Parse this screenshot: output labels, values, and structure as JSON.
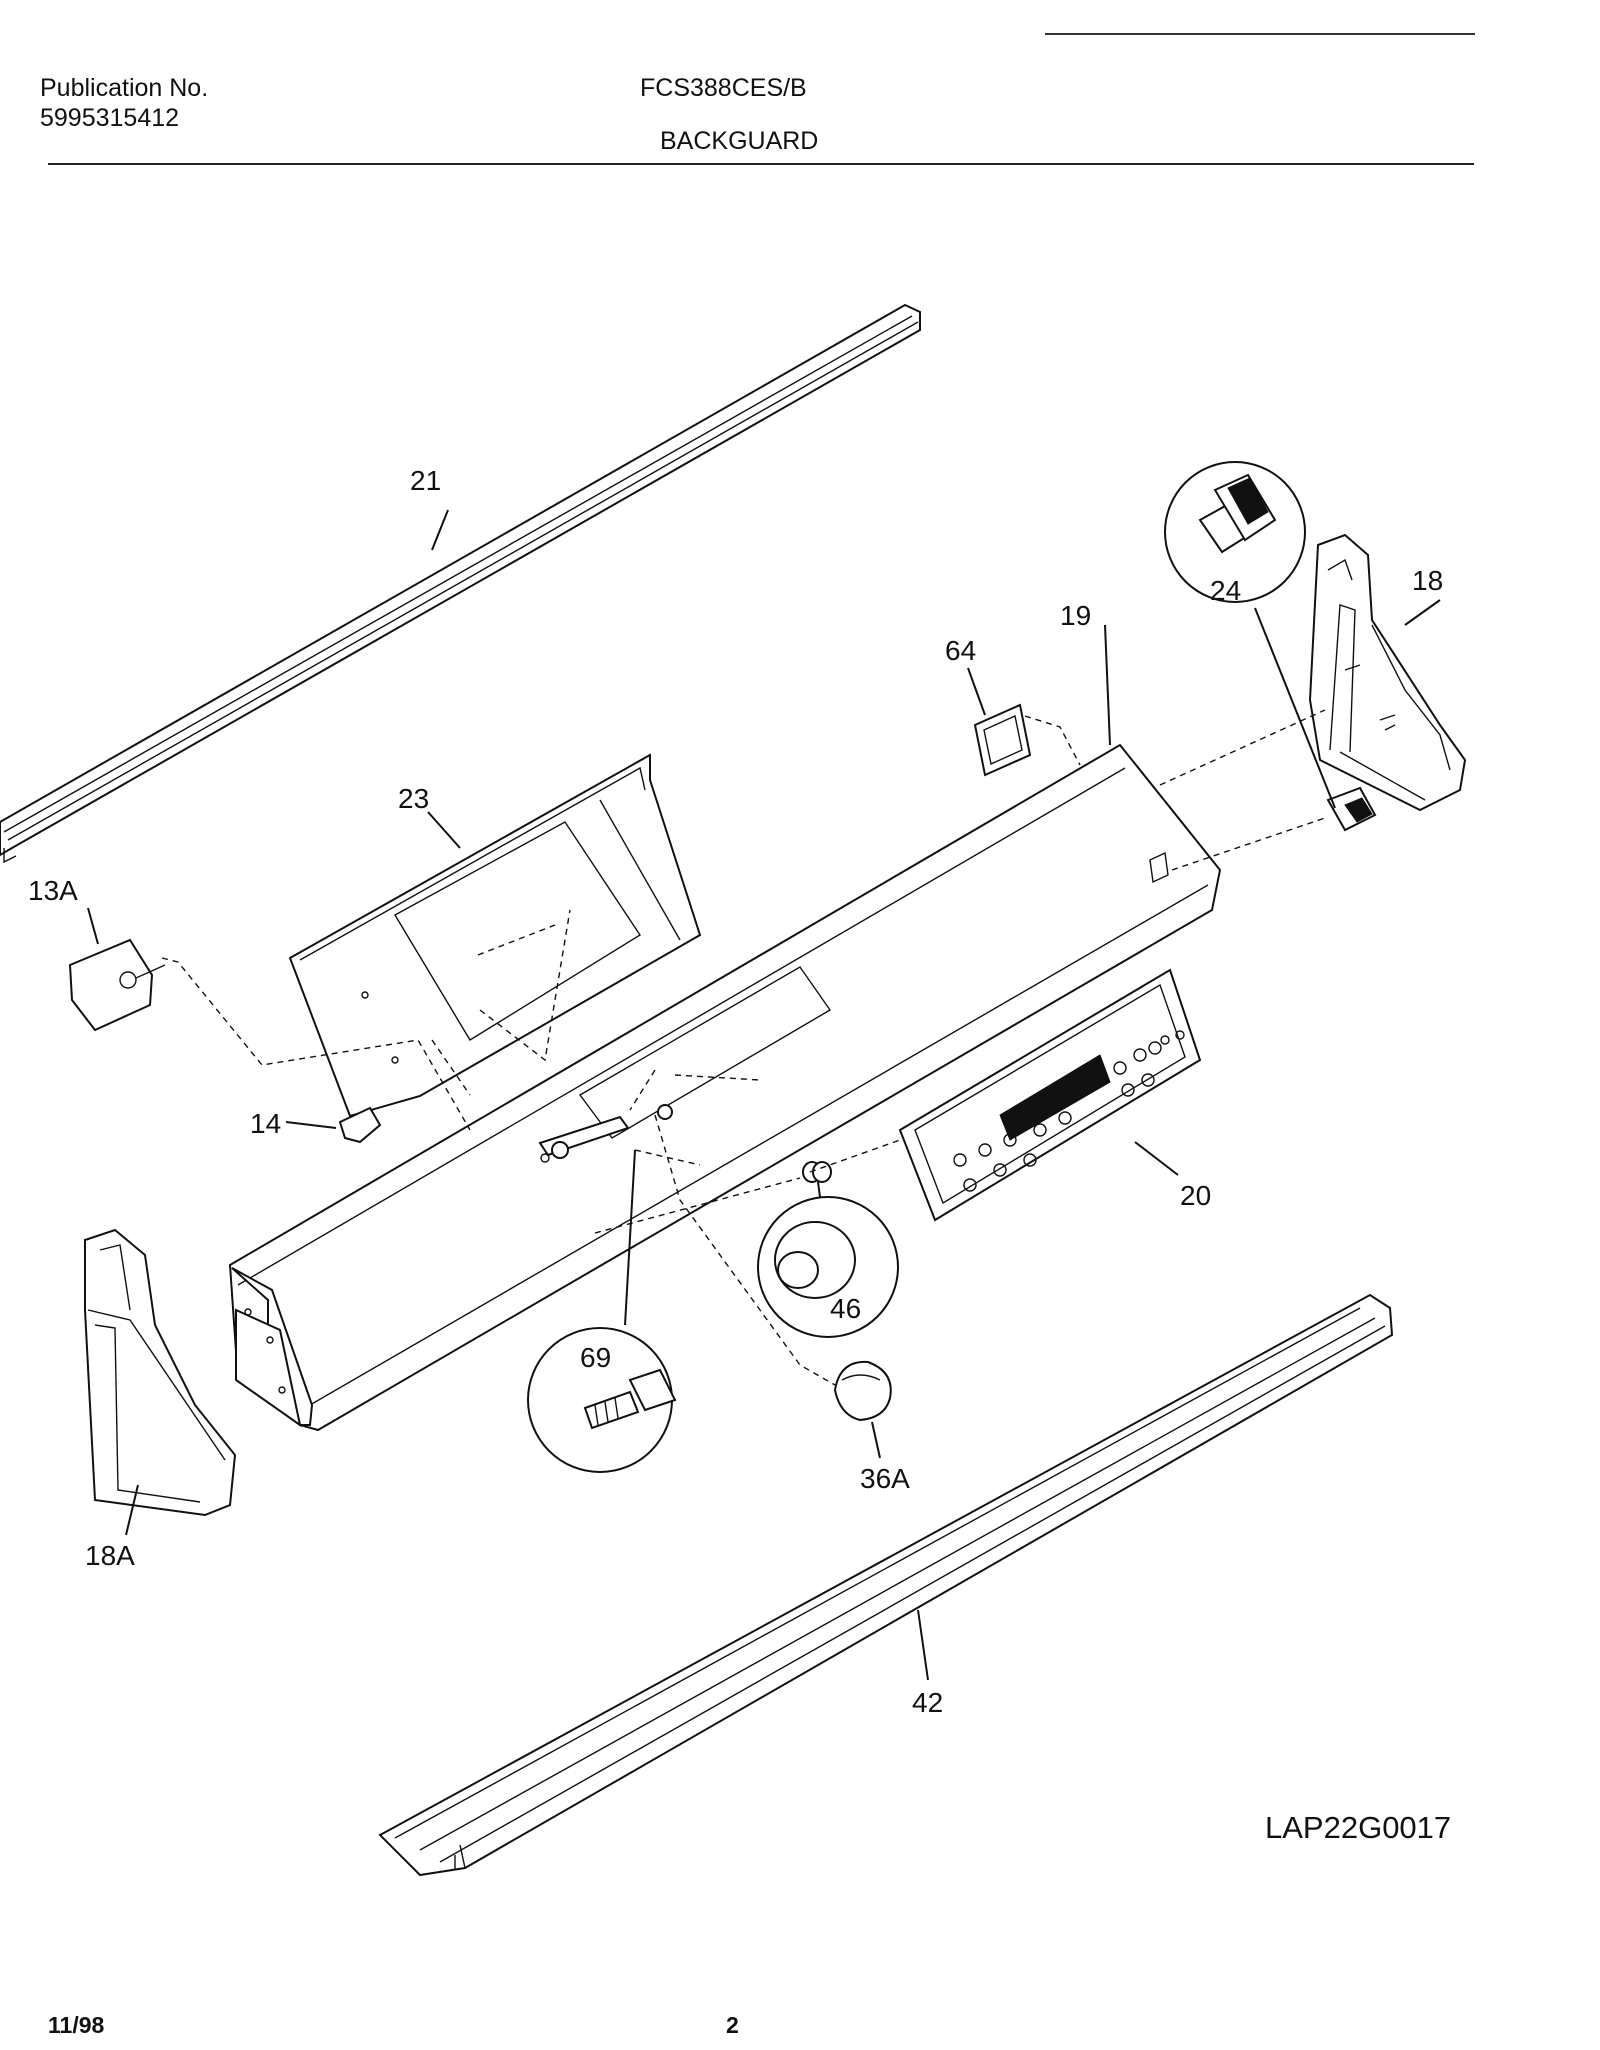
{
  "header": {
    "publication_label": "Publication No.",
    "publication_number": "5995315412",
    "model": "FCS388CES/B",
    "section": "BACKGUARD"
  },
  "diagram": {
    "code": "LAP22G0017",
    "callouts": {
      "c21": "21",
      "c24": "24",
      "c18": "18",
      "c19": "19",
      "c64": "64",
      "c23": "23",
      "c13a": "13A",
      "c14": "14",
      "c20": "20",
      "c46": "46",
      "c69": "69",
      "c36a": "36A",
      "c18a": "18A",
      "c42": "42"
    }
  },
  "footer": {
    "date": "11/98",
    "page": "2"
  }
}
